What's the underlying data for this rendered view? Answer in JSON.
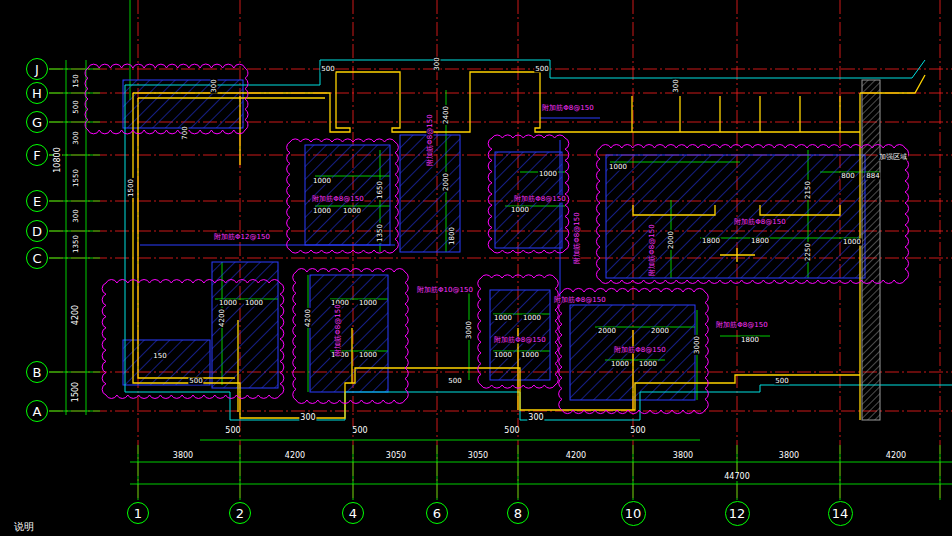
{
  "diagram": {
    "nodes": [
      {
        "text": [
          "J"
        ]
      },
      {
        "text": [
          "H"
        ]
      },
      {
        "text": [
          "G"
        ]
      },
      {
        "text": [
          "F"
        ]
      },
      {
        "text": [
          "E"
        ]
      },
      {
        "text": [
          "D"
        ]
      },
      {
        "text": [
          "C"
        ]
      },
      {
        "text": [
          "B"
        ]
      },
      {
        "text": [
          "A"
        ]
      },
      {
        "text": [
          "1"
        ]
      },
      {
        "text": [
          "2"
        ]
      },
      {
        "text": [
          "4"
        ]
      },
      {
        "text": [
          "6"
        ]
      },
      {
        "text": [
          "8"
        ]
      },
      {
        "text": [
          "10"
        ]
      },
      {
        "text": [
          "12"
        ]
      },
      {
        "text": [
          "14"
        ]
      }
    ],
    "labels": [
      "3800",
      "4200",
      "3050",
      "3050",
      "4200",
      "3800",
      "3800",
      "4200",
      "44700",
      "500",
      "500",
      "500",
      "500",
      "300",
      "300",
      "10800",
      "150",
      "500",
      "300",
      "1550",
      "300",
      "1350",
      "4200",
      "1500",
      "500",
      "300",
      "500",
      "300",
      "300",
      "700",
      "1500",
      "2400",
      "2000",
      "1650",
      "1350",
      "1800",
      "1000",
      "1000",
      "1000",
      "1000",
      "1000",
      "1000",
      "800",
      "884",
      "2150",
      "2250",
      "2000",
      "1800",
      "1800",
      "1000",
      "4200",
      "1000",
      "1000",
      "4200",
      "1000",
      "1000",
      "3000",
      "1000",
      "1000",
      "1000",
      "1000",
      "1000",
      "1000",
      "2000",
      "2000",
      "1000",
      "1000",
      "3000",
      "1800",
      "150",
      "500",
      "500",
      "500",
      "附加筋Φ8@150",
      "附加筋Φ8@150",
      "附加筋Φ12@150",
      "附加筋Φ8@150",
      "附加筋Φ8@150",
      "附加筋Φ8@150",
      "附加筋Φ8@150",
      "附加筋Φ8@150",
      "附加筋Φ10@150",
      "附加筋Φ8@150",
      "附加筋Φ8@150",
      "附加筋Φ8@150",
      "附加筋Φ8@150",
      "附加筋Φ8@150",
      "加强区域",
      "说明"
    ]
  }
}
